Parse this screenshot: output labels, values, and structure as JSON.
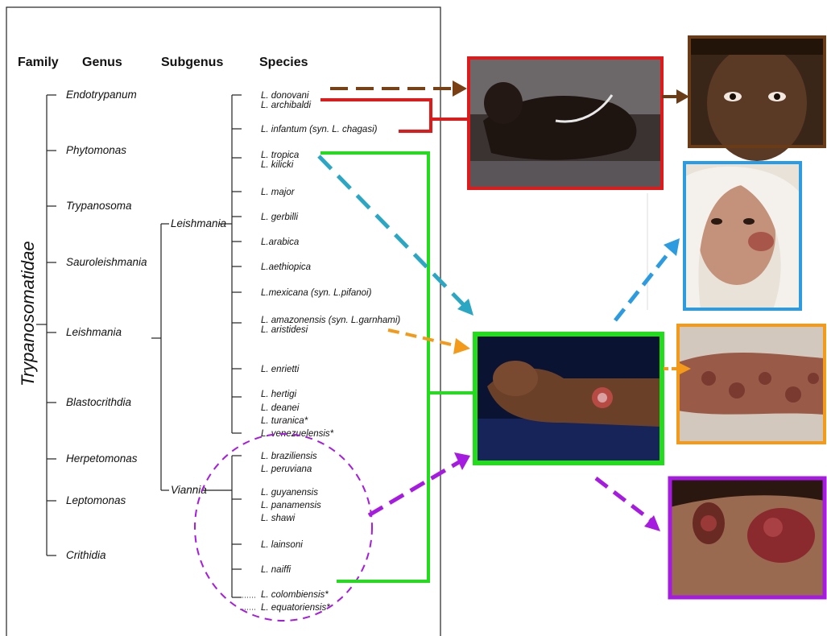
{
  "headers": {
    "family": "Family",
    "genus": "Genus",
    "subgenus": "Subgenus",
    "species": "Species"
  },
  "family": "Trypanosomatidae",
  "genera": [
    "Endotrypanum",
    "Phytomonas",
    "Trypanosoma",
    "Sauroleishmania",
    "Leishmania",
    "Blastocrithdia",
    "Herpetomonas",
    "Leptomonas",
    "Crithidia"
  ],
  "subgenera": [
    "Leishmania",
    "Viannia"
  ],
  "species": [
    "L. donovani",
    "L. archibaldi",
    "L. infantum (syn. L. chagasi)",
    "L. tropica",
    "L. kilicki",
    "L. major",
    "L. gerbilli",
    "L.arabica",
    "L.aethiopica",
    "L.mexicana (syn. L.pifanoi)",
    "L. amazonensis (syn. L.garnhami)",
    "L. aristidesi",
    "L. enrietti",
    "L. hertigi",
    "L. deanei",
    "L. turanica*",
    "L. venezuelensis*",
    "L. braziliensis",
    "L. peruviana",
    "L. guyanensis",
    "L. panamensis",
    "L. shawi",
    "L. lainsoni",
    "L. naiffi",
    "L. colombiensis*",
    "L. equatoriensis*"
  ],
  "colors": {
    "visceral": "#e0191b",
    "cutaneous": "#22dd1b",
    "mucosal": "#a61be0",
    "eye_face": "#7a3f12",
    "blue_case": "#2c9be0",
    "orange_case": "#f39a1b",
    "post_kala_azar": "#6a3b17"
  },
  "photos": [
    {
      "name": "visceral-photo",
      "border": "#e0191b"
    },
    {
      "name": "face-photo",
      "border": "#6a3b17"
    },
    {
      "name": "cheek-photo",
      "border": "#2c9be0"
    },
    {
      "name": "cutaneous-photo",
      "border": "#22dd1b"
    },
    {
      "name": "arm-photo",
      "border": "#f39a1b"
    },
    {
      "name": "nose-photo",
      "border": "#a61be0"
    }
  ]
}
